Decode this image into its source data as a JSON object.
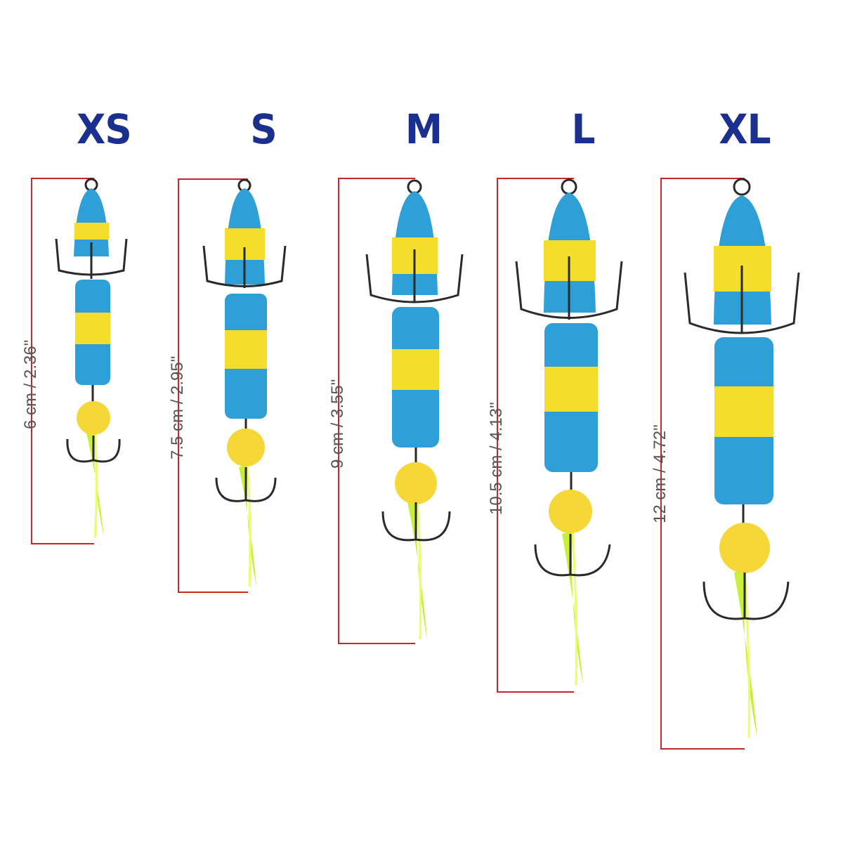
{
  "colors": {
    "size_label": "#1b2f8f",
    "measure_line": "#c62828",
    "measure_text": "#555555",
    "foam_blue": "#2f9fd8",
    "foam_yellow": "#f5dd2c",
    "bead_yellow": "#f5d838",
    "hook": "#2a2a2a",
    "tail": "#c8f03a"
  },
  "lures": [
    {
      "size": "XS",
      "length": "6 cm / 2.36\"",
      "icon": "mandula-lure-xs"
    },
    {
      "size": "S",
      "length": "7.5 cm / 2.95\"",
      "icon": "mandula-lure-s"
    },
    {
      "size": "M",
      "length": "9 cm / 3.55\"",
      "icon": "mandula-lure-m"
    },
    {
      "size": "L",
      "length": "10.5 cm / 4.13\"",
      "icon": "mandula-lure-l"
    },
    {
      "size": "XL",
      "length": "12 cm / 4.72\"",
      "icon": "mandula-lure-xl"
    }
  ]
}
